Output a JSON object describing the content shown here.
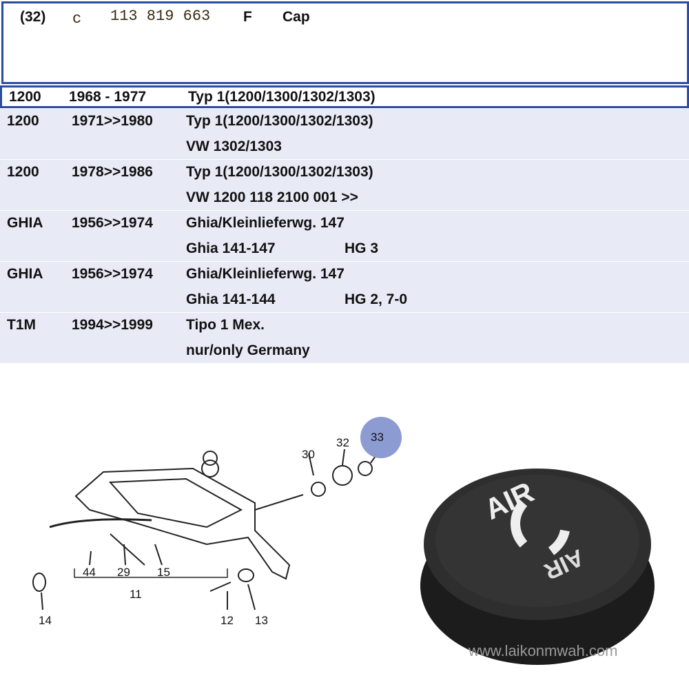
{
  "header": {
    "position": "(32)",
    "code_prefix": "c",
    "part_number": "113 819 663",
    "suffix": "F",
    "description": "Cap"
  },
  "rows": [
    {
      "model": "1200",
      "years": "1968 - 1977",
      "line1": "Typ 1(1200/1300/1302/1303)",
      "line2": "",
      "line2b": ""
    },
    {
      "model": "1200",
      "years": "1971>>1980",
      "line1": "Typ 1(1200/1300/1302/1303)",
      "line2": "VW 1302/1303",
      "line2b": ""
    },
    {
      "model": "1200",
      "years": "1978>>1986",
      "line1": "Typ 1(1200/1300/1302/1303)",
      "line2": "VW 1200  118 2100 001 >>",
      "line2b": ""
    },
    {
      "model": "GHIA",
      "years": "1956>>1974",
      "line1": "Ghia/Kleinlieferwg. 147",
      "line2": "Ghia 141-147",
      "line2b": "HG 3"
    },
    {
      "model": "GHIA",
      "years": "1956>>1974",
      "line1": "Ghia/Kleinlieferwg. 147",
      "line2": "Ghia 141-144",
      "line2b": "HG 2, 7-0"
    },
    {
      "model": "T1M",
      "years": "1994>>1999",
      "line1": "Tipo 1 Mex.",
      "line2": "nur/only Germany",
      "line2b": ""
    }
  ],
  "diagram": {
    "labels": [
      "30",
      "32",
      "33",
      "44",
      "29",
      "15",
      "11",
      "14",
      "12",
      "13"
    ],
    "highlight_color": "#8d9bd3"
  },
  "photo": {
    "cap_text_top": "AIR",
    "cap_text_bottom": "AIR",
    "watermark": "www.laikonmwah.com"
  }
}
